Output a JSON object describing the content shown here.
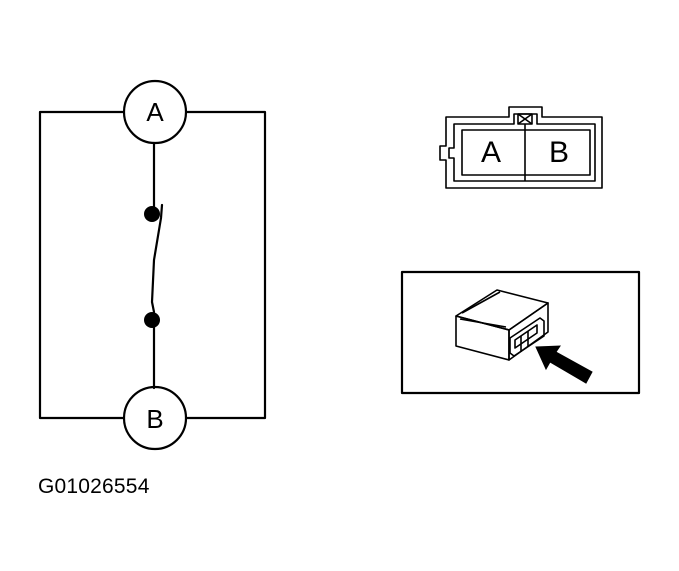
{
  "schematic": {
    "terminal_a": "A",
    "terminal_b": "B"
  },
  "connector_face": {
    "pin_a": "A",
    "pin_b": "B"
  },
  "figure_id": "G01026554"
}
